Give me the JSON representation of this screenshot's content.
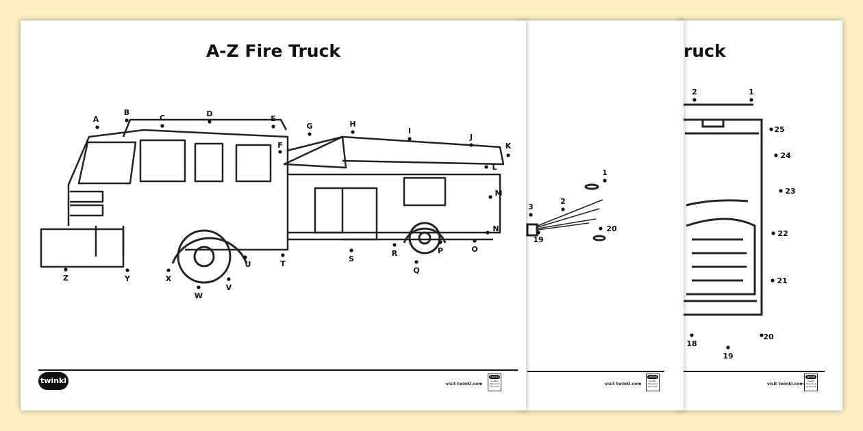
{
  "background_color": "#fcefc3",
  "front": {
    "title": "A-Z Fire Truck",
    "letters": [
      "A",
      "B",
      "C",
      "D",
      "E",
      "F",
      "G",
      "H",
      "I",
      "J",
      "K",
      "L",
      "M",
      "N",
      "O",
      "P",
      "Q",
      "R",
      "S",
      "T",
      "U",
      "V",
      "W",
      "X",
      "Y",
      "Z"
    ],
    "footer": {
      "logo": "twinkl",
      "visit": "visit twinkl.com",
      "badge_brand": "twinkl",
      "badge_text": "Quality Standard Approved"
    }
  },
  "middle": {
    "numbers": [
      "1",
      "2",
      "3",
      "19",
      "20"
    ],
    "footer": {
      "visit": "visit twinkl.com",
      "badge_brand": "twinkl",
      "badge_text": "Quality Standard Approved"
    }
  },
  "back": {
    "title_fragment": "ruck",
    "numbers": [
      "1",
      "2",
      "18",
      "19",
      "20",
      "21",
      "22",
      "23",
      "24",
      "25"
    ],
    "footer": {
      "visit": "visit twinkl.com",
      "badge_brand": "twinkl",
      "badge_text": "Quality Standard Approved"
    }
  }
}
